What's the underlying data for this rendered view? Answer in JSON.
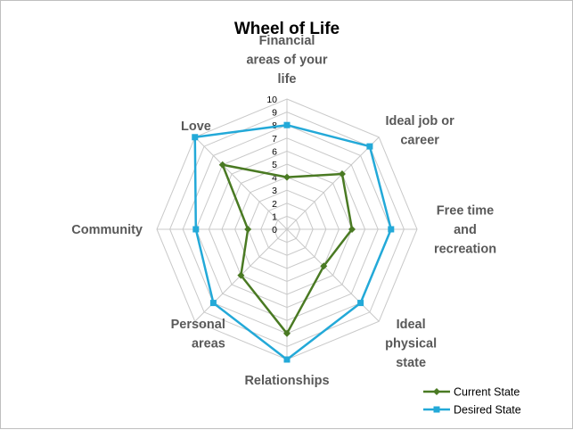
{
  "chart_data": {
    "type": "radar",
    "title": "Wheel of Life",
    "categories": [
      "Financial areas of your life",
      "Ideal job or career",
      "Free time and recreation",
      "Ideal physical state",
      "Relationships",
      "Personal areas",
      "Community",
      "Love"
    ],
    "category_lines": [
      [
        "Financial",
        "areas of your",
        "life"
      ],
      [
        "Ideal job or",
        "career"
      ],
      [
        "Free time",
        "and",
        "recreation"
      ],
      [
        "Ideal",
        "physical",
        "state"
      ],
      [
        "Relationships"
      ],
      [
        "Personal",
        "areas"
      ],
      [
        "Community"
      ],
      [
        "Love"
      ]
    ],
    "ticks": [
      "0",
      "1",
      "2",
      "3",
      "4",
      "5",
      "6",
      "7",
      "8",
      "9",
      "10"
    ],
    "rlim": [
      0,
      10
    ],
    "grid": true,
    "legend_position": "bottom-right",
    "series": [
      {
        "name": "Current State",
        "values": [
          4,
          6,
          5,
          4,
          8,
          5,
          3,
          7
        ],
        "color": "#4a7a23",
        "marker": "diamond"
      },
      {
        "name": "Desired State",
        "values": [
          8,
          9,
          8,
          8,
          10,
          8,
          7,
          10
        ],
        "color": "#23a9d8",
        "marker": "square"
      }
    ],
    "grid_color": "#c9c9c9",
    "text_color": "#595959"
  }
}
